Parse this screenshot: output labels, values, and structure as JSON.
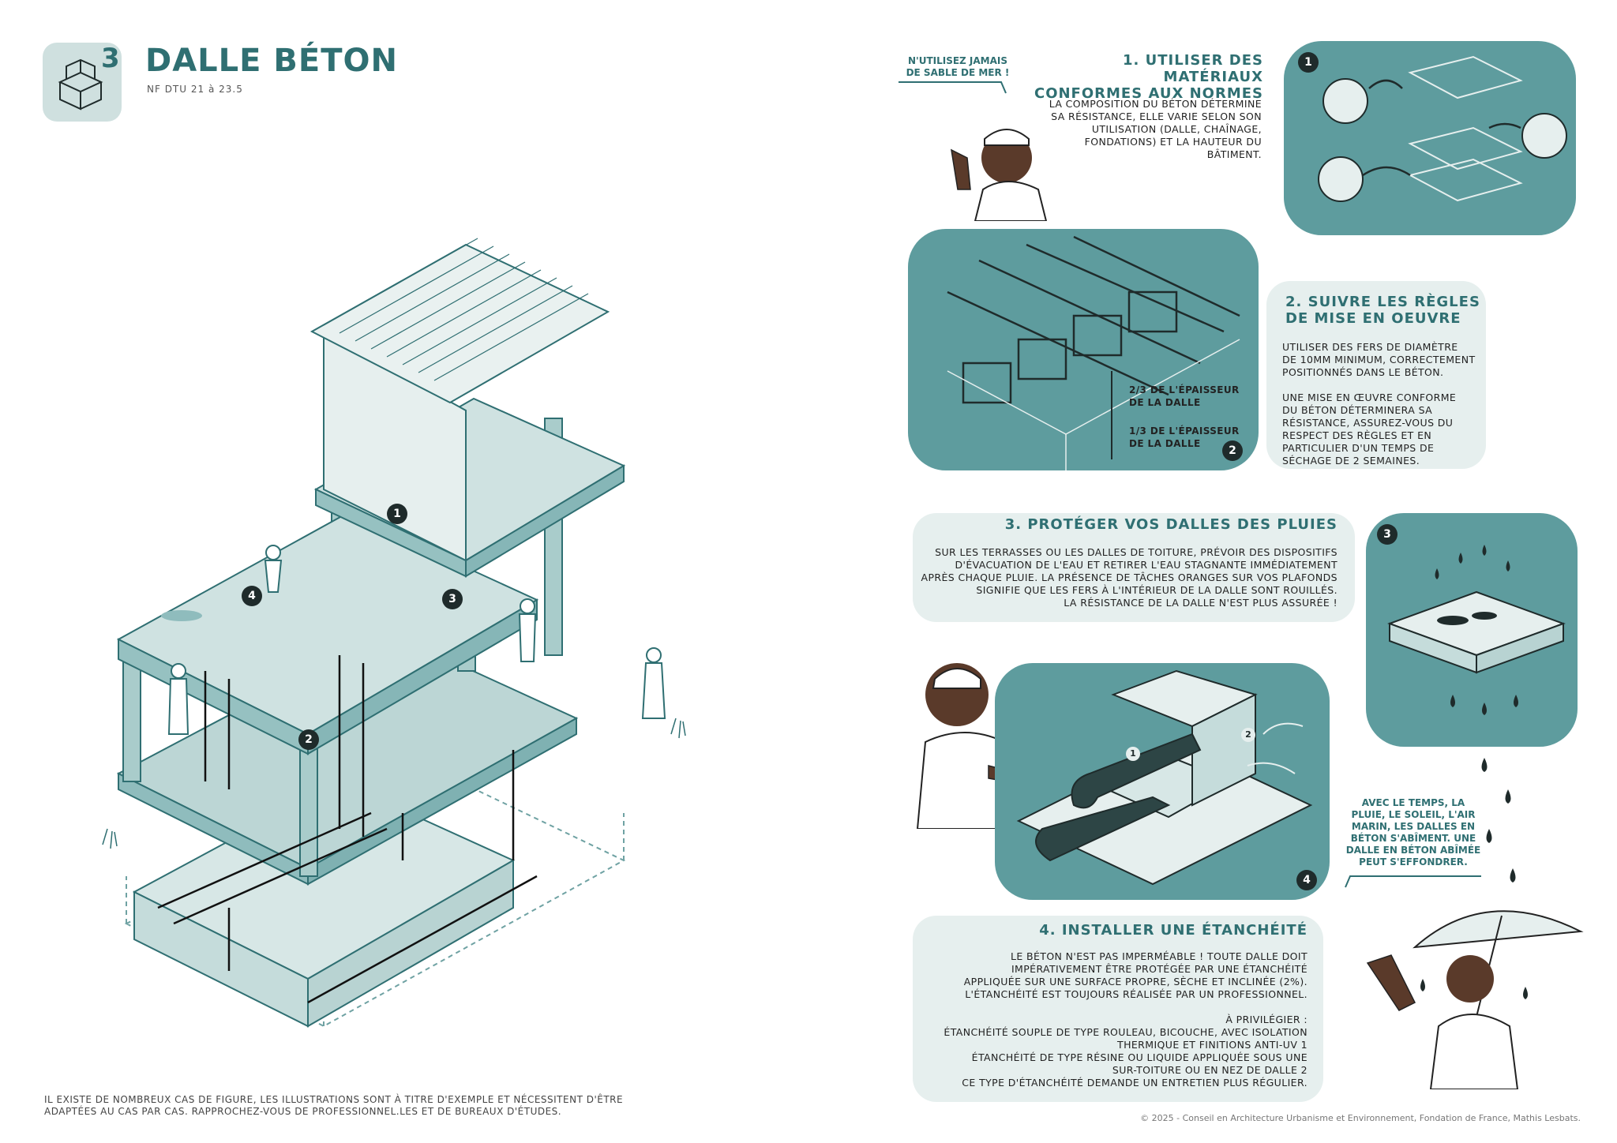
{
  "header": {
    "chapter_number": "3",
    "title": "DALLE BÉTON",
    "subtitle": "NF DTU 21 à 23.5"
  },
  "illustration_labels": [
    "1",
    "2",
    "3",
    "4"
  ],
  "speech_bubbles": {
    "sand": "N'UTILISEZ JAMAIS\nDE SABLE DE MER !",
    "weather": "AVEC LE TEMPS, LA\nPLUIE, LE SOLEIL, L'AIR\nMARIN, LES DALLES EN\nBÉTON S'ABÎMENT. UNE\nDALLE EN BÉTON ABÎMÉE\nPEUT S'EFFONDRER."
  },
  "sections": [
    {
      "title": "1. UTILISER DES MATÉRIAUX\nCONFORMES AUX NORMES",
      "text": "LA COMPOSITION DU BÉTON DÉTERMINE\nSA RÉSISTANCE, ELLE VARIE SELON SON\nUTILISATION (DALLE, CHAÎNAGE,\nFONDATIONS) ET LA HAUTEUR DU\nBÂTIMENT."
    },
    {
      "title": "2. SUIVRE LES RÈGLES\nDE MISE EN OEUVRE",
      "text1": "UTILISER DES FERS DE DIAMÈTRE\nDE 10mm MINIMUM, CORRECTEMENT\nPOSITIONNÉS DANS LE BÉTON.",
      "text2": "UNE MISE EN ŒUVRE CONFORME\nDU BÉTON DÉTERMINERA SA\nRÉSISTANCE, ASSUREZ-VOUS DU\nRESPECT DES RÈGLES ET EN\nPARTICULIER D'UN TEMPS DE\nSÉCHAGE DE 2 SEMAINES."
    },
    {
      "title": "3. PROTÉGER VOS DALLES DES PLUIES",
      "text": "SUR LES TERRASSES OU LES DALLES DE TOITURE, PRÉVOIR DES DISPOSITIFS\nD'ÉVACUATION DE L'EAU ET RETIRER L'EAU STAGNANTE IMMÉDIATEMENT\nAPRÈS CHAQUE PLUIE. LA PRÉSENCE DE TÂCHES ORANGES SUR VOS PLAFONDS\nSIGNIFIE QUE LES FERS À L'INTÉRIEUR DE LA DALLE SONT ROUILLÉS.\nLA RÉSISTANCE DE LA DALLE N'EST PLUS ASSURÉE !"
    },
    {
      "title": "4. INSTALLER UNE ÉTANCHÉITÉ",
      "text1": "LE BÉTON N'EST PAS IMPERMÉABLE ! TOUTE DALLE DOIT\nIMPÉRATIVEMENT ÊTRE PROTÉGÉE PAR UNE ÉTANCHÉITÉ\nAPPLIQUÉE SUR UNE SURFACE PROPRE, SÈCHE ET INCLINÉE (2%).\nL'ÉTANCHÉITÉ EST TOUJOURS RÉALISÉE PAR UN PROFESSIONNEL.",
      "text2": "À PRIVILÉGIER :\nÉTANCHÉITÉ SOUPLE DE TYPE ROULEAU, BICOUCHE, AVEC ISOLATION\nTHERMIQUE ET FINITIONS ANTI-UV 1\nÉTANCHÉITÉ DE TYPE RÉSINE OU LIQUIDE APPLIQUÉE SOUS UNE\nSUR-TOITURE OU EN NEZ DE DALLE 2\nCE TYPE D'ÉTANCHÉITÉ DEMANDE UN ENTRETIEN PLUS RÉGULIER."
    }
  ],
  "panel_badges": [
    "1",
    "2",
    "3",
    "4"
  ],
  "diagram2": {
    "label_top": "2/3 DE L'ÉPAISSEUR\nDE LA DALLE",
    "label_bottom": "1/3 DE L'ÉPAISSEUR\nDE LA DALLE"
  },
  "diagram4": {
    "mark1": "1",
    "mark2": "2"
  },
  "footnote": "IL EXISTE DE NOMBREUX CAS DE FIGURE, LES ILLUSTRATIONS SONT À TITRE D'EXEMPLE ET NÉCESSITENT D'ÊTRE\nADAPTÉES AU CAS PAR CAS. RAPPROCHEZ-VOUS DE PROFESSIONNEL.LES ET DE BUREAUX D'ÉTUDES.",
  "copyright": "© 2025 - Conseil en Architecture Urbanisme et Environnement, Fondation de France, Mathis Lesbats."
}
